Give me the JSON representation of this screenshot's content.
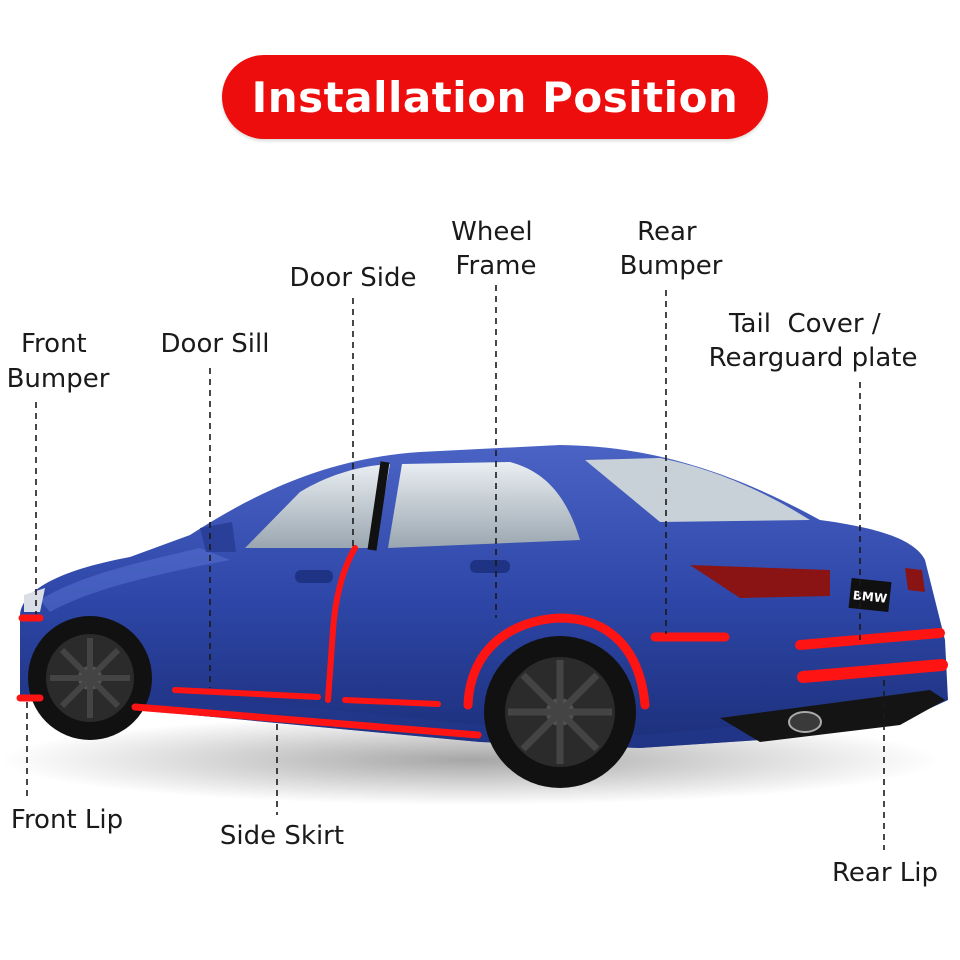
{
  "title": "Installation Position",
  "colors": {
    "accent": "#ee0d0d",
    "trim": "#ff1414",
    "car_body": "#2e47a8",
    "text": "#1a1a1a"
  },
  "car": {
    "plate_text": "BMW"
  },
  "labels": {
    "front_bumper": [
      "Front",
      "Bumper"
    ],
    "door_sill": "Door Sill",
    "door_side": "Door Side",
    "wheel_frame": [
      "Wheel",
      "Frame"
    ],
    "rear_bumper": [
      "Rear",
      "Bumper"
    ],
    "tail_cover": [
      "Tail  Cover /",
      "Rearguard plate"
    ],
    "front_lip": "Front Lip",
    "side_skirt": "Side Skirt",
    "rear_lip": "Rear Lip"
  }
}
